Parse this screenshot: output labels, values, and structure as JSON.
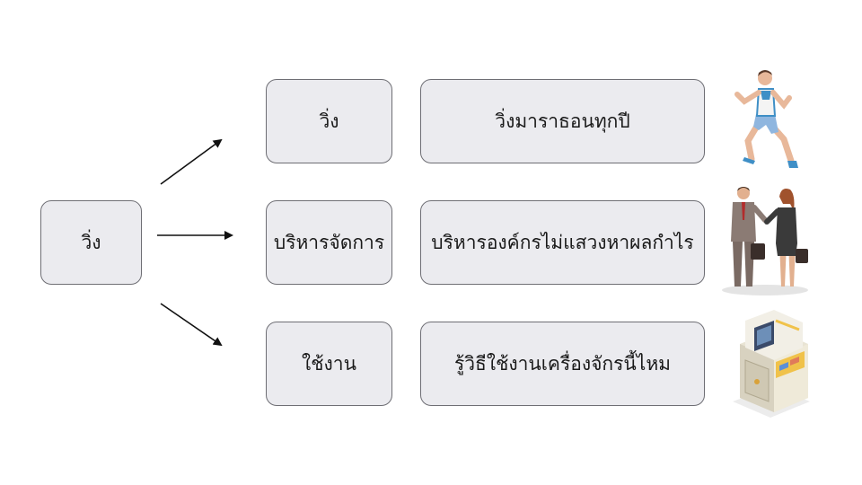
{
  "source": {
    "label": "วิ่ง"
  },
  "rows": [
    {
      "word": "วิ่ง",
      "phrase": "วิ่งมาราธอนทุกปี",
      "image": "runner-illustration"
    },
    {
      "word": "บริหารจัดการ",
      "phrase": "บริหารองค์กรไม่แสวงหาผลกำไร",
      "image": "business-people-illustration"
    },
    {
      "word": "ใช้งาน",
      "phrase": "รู้วิธีใช้งานเครื่องจักรนี้ไหม",
      "image": "machine-illustration"
    }
  ],
  "colors": {
    "box_fill": "#ebebef",
    "box_border": "#6e6e74",
    "arrow": "#111111"
  }
}
